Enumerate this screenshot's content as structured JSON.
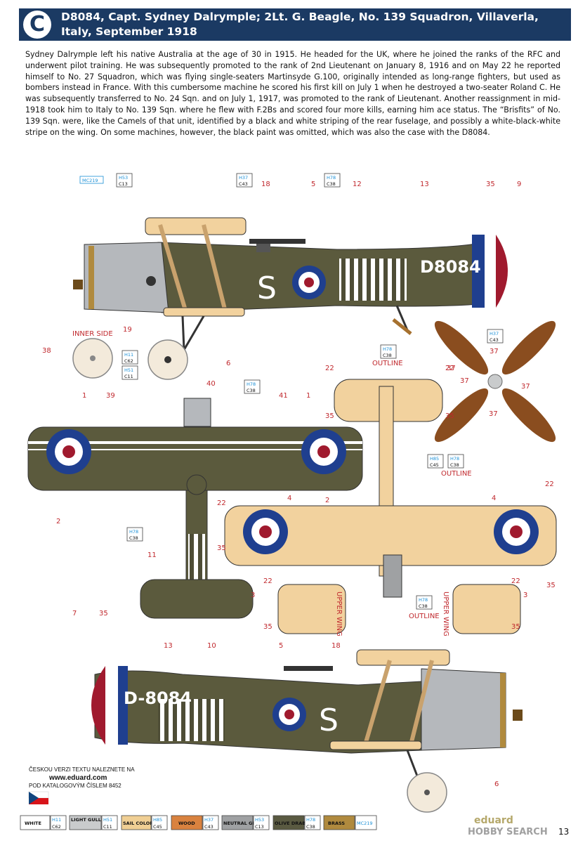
{
  "header": {
    "badge": "C",
    "title": "D8084, Capt. Sydney Dalrymple; 2Lt. G. Beagle, No. 139 Squadron, Villaverla, Italy, September 1918"
  },
  "description": "Sydney Dalrymple left his native Australia at the age of 30 in 1915. He headed for the UK, where he joined the ranks of the RFC and underwent pilot training. He was subsequently promoted to the rank of 2nd Lieutenant on January 8, 1916 and on May 22 he reported himself to No. 27 Squadron, which was flying single-seaters Martinsyde G.100, originally intended as long-range fighters, but used as bombers instead in France. With this cumbersome machine he scored his first kill on July 1 when he destroyed a two-seater Roland C. He was subsequently transferred to No. 24 Sqn. and on July 1, 1917, was promoted to the rank of Lieutenant. Another reassignment in mid-1918 took him to Italy to No. 139 Sqn. where he flew with F.2Bs and scored four more kills, earning him ace status. The “Brisfits” of No. 139 Sqn. were, like the Camels of that unit, identified by a black and white striping of the rear fuselage, and possibly a white-black-white stripe on the wing. On some machines, however, the black paint was omitted, which was also the case with the D8084.",
  "aircraft": {
    "serial": "D8084",
    "code_letter": "S",
    "serial_bottom": "D-8084"
  },
  "labels": {
    "inner_side": "INNER SIDE",
    "outline": "OUTLINE",
    "upper_wing": "UPPER WING",
    "n1": "1",
    "n2": "2",
    "n3": "3",
    "n4": "4",
    "n5": "5",
    "n6": "6",
    "n7": "7",
    "n9": "9",
    "n10": "10",
    "n11": "11",
    "n12": "12",
    "n13": "13",
    "n18": "18",
    "n19": "19",
    "n22": "22",
    "n35": "35",
    "n37": "37",
    "n38": "38",
    "n39": "39",
    "n40": "40",
    "n41": "41"
  },
  "paint_codes": {
    "mc219": "MC219",
    "h53": "H53",
    "c13": "C13",
    "h37": "H37",
    "c43": "C43",
    "h78": "H78",
    "c38": "C38",
    "h11": "H11",
    "c62": "C62",
    "h51": "H51",
    "c11": "C11",
    "h85": "H85",
    "c45": "C45"
  },
  "czech_note": {
    "line1": "ČESKOU VERZI TEXTU NALEZNETE NA",
    "line2": "www.eduard.com",
    "line3": "POD KATALOGOVÝM ČÍSLEM 8452"
  },
  "legend": [
    {
      "name": "WHITE",
      "h": "H11",
      "c": "C62",
      "color": "#ffffff"
    },
    {
      "name": "LIGHT GULL GRAY",
      "h": "H51",
      "c": "C11",
      "color": "#c9cbcc"
    },
    {
      "name": "SAIL COLOR",
      "h": "H85",
      "c": "C45",
      "color": "#f0cf94"
    },
    {
      "name": "WOOD",
      "h": "H37",
      "c": "C43",
      "color": "#d9823f"
    },
    {
      "name": "NEUTRAL GRAY",
      "h": "H53",
      "c": "C13",
      "color": "#9fa1a3"
    },
    {
      "name": "OLIVE DRAB",
      "h": "H78",
      "c": "C38",
      "color": "#5a5a41"
    },
    {
      "name": "BRASS",
      "h": "MC219",
      "c": "",
      "color": "#b08a3e"
    }
  ],
  "footer": {
    "brand": "eduard",
    "watermark": "HOBBY SEARCH",
    "page_number": "13"
  },
  "colors": {
    "olive": "#5b5a3d",
    "sail": "#f2d29e",
    "gray": "#b5b8bc",
    "wood": "#8a4d1f",
    "roundel_blue": "#1f3f8f",
    "roundel_red": "#a01a2e",
    "header_bg": "#1b3a63"
  }
}
